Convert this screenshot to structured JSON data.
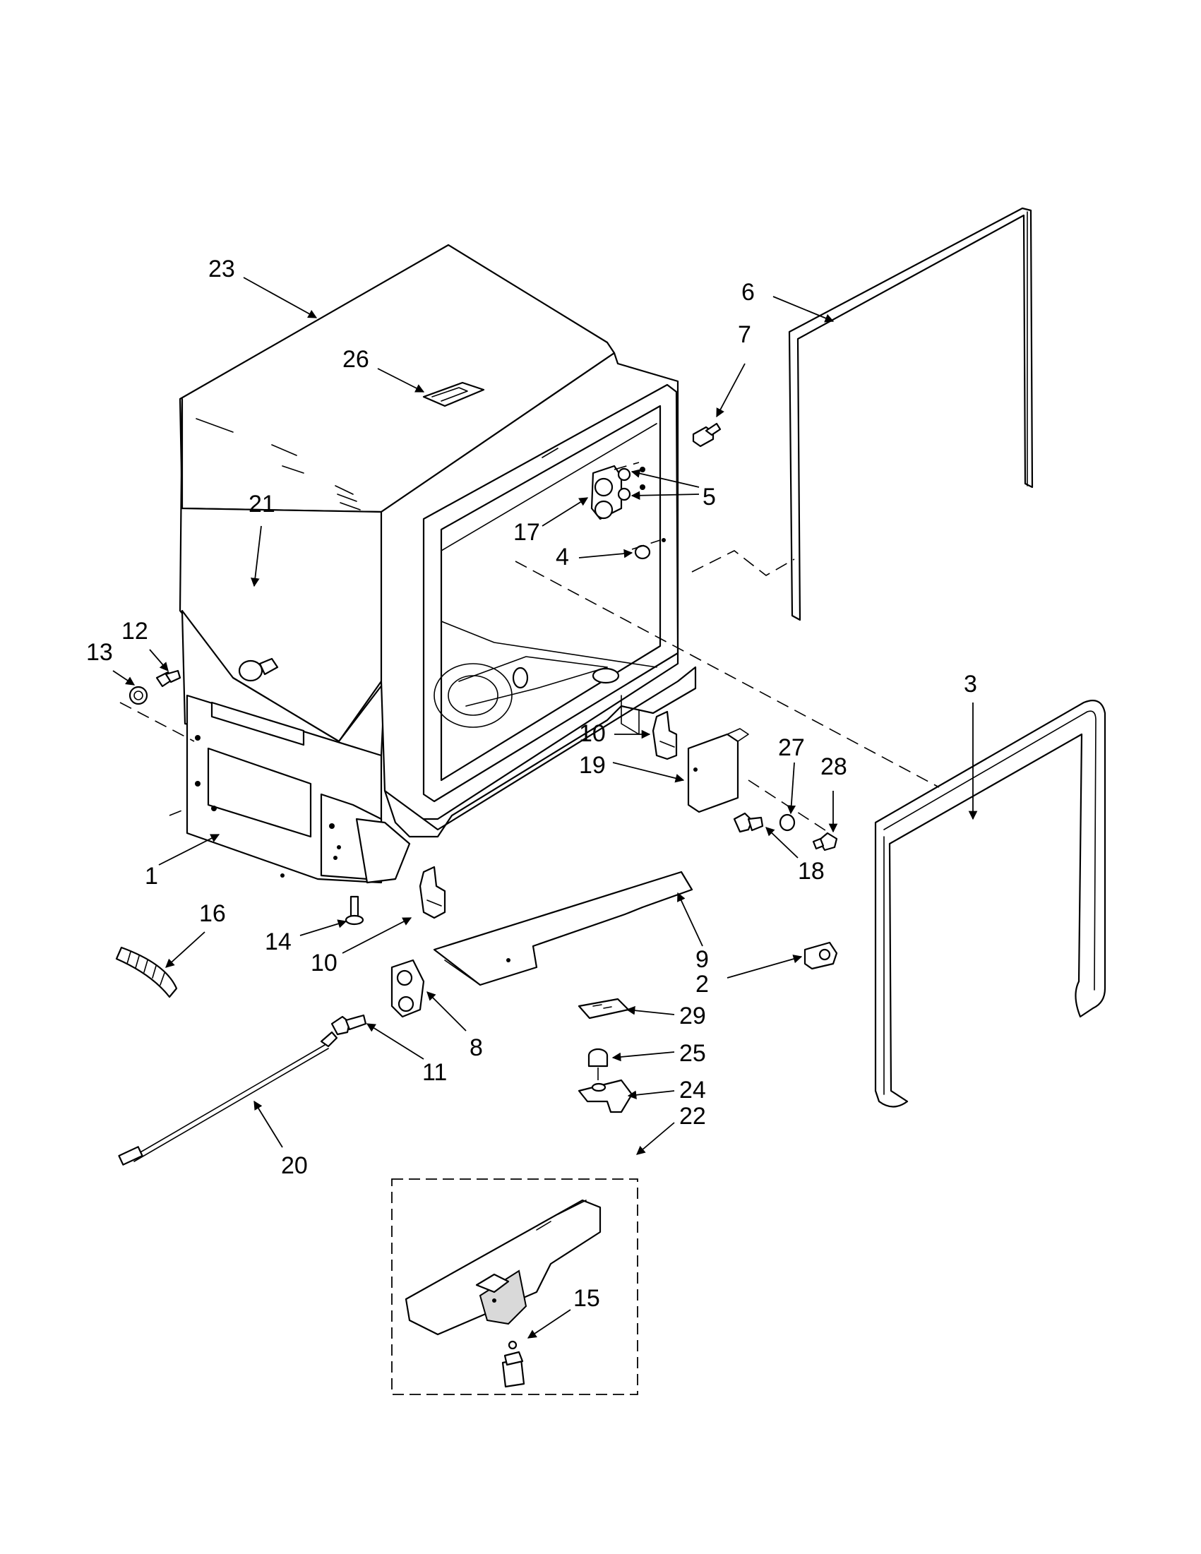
{
  "callouts": [
    {
      "label": "23"
    },
    {
      "label": "26"
    },
    {
      "label": "6"
    },
    {
      "label": "7"
    },
    {
      "label": "21"
    },
    {
      "label": "5"
    },
    {
      "label": "17"
    },
    {
      "label": "4"
    },
    {
      "label": "12"
    },
    {
      "label": "13"
    },
    {
      "label": "3"
    },
    {
      "label": "27"
    },
    {
      "label": "28"
    },
    {
      "label": "10"
    },
    {
      "label": "19"
    },
    {
      "label": "1"
    },
    {
      "label": "18"
    },
    {
      "label": "16"
    },
    {
      "label": "14"
    },
    {
      "label": "10"
    },
    {
      "label": "9"
    },
    {
      "label": "2"
    },
    {
      "label": "29"
    },
    {
      "label": "11"
    },
    {
      "label": "8"
    },
    {
      "label": "25"
    },
    {
      "label": "24"
    },
    {
      "label": "22"
    },
    {
      "label": "20"
    },
    {
      "label": "15"
    }
  ]
}
